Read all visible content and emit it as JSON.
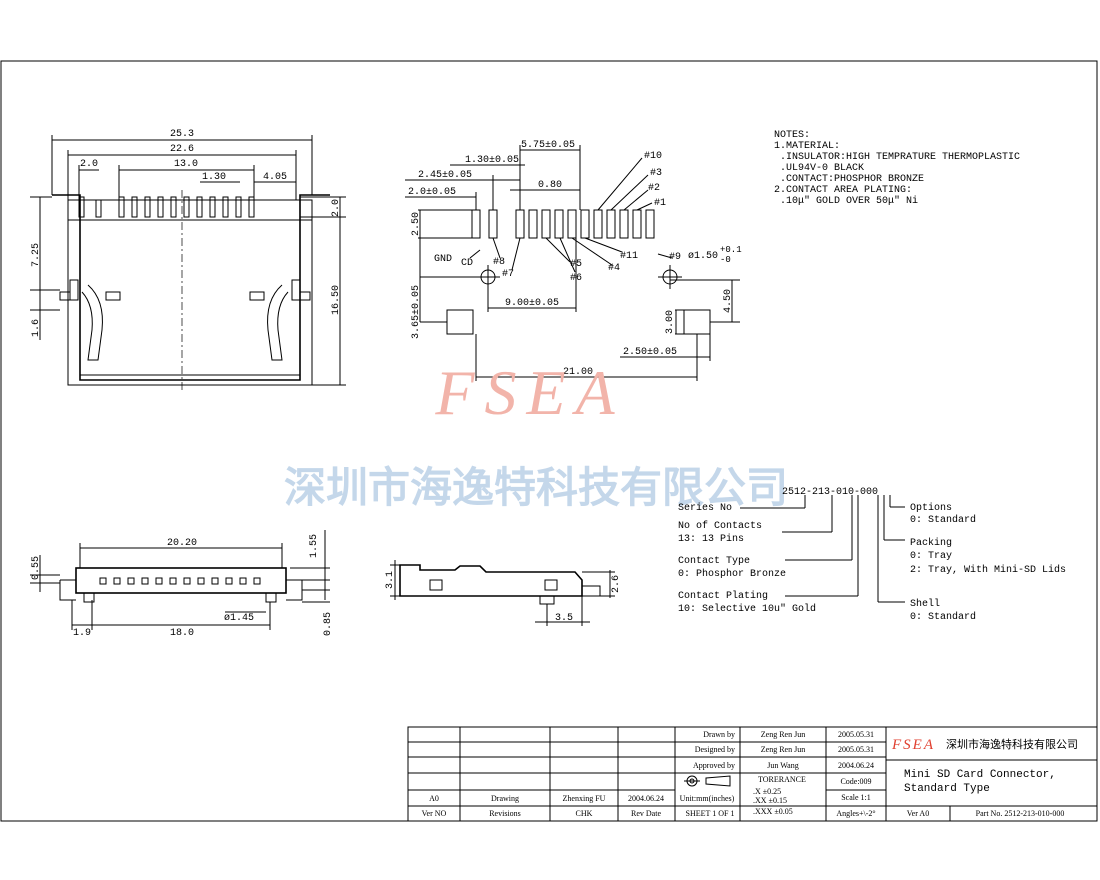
{
  "top_view": {
    "dims": {
      "overall_width": "25.3",
      "inner_width": "22.6",
      "pin_span": "13.0",
      "left_offset": "2.0",
      "pitch": "1.30",
      "right_offset": "4.05",
      "top_height": "2.0",
      "left_height": "7.25",
      "total_height": "16.50",
      "small_height": "1.6"
    }
  },
  "pcb_layout": {
    "dims": {
      "dim_575": "5.75±0.05",
      "dim_130": "1.30±0.05",
      "dim_245": "2.45±0.05",
      "dim_20": "2.0±0.05",
      "dim_080": "0.80",
      "dim_250": "2.50",
      "dim_365": "3.65±0.05",
      "dim_900": "9.00±0.05",
      "dim_21": "21.00",
      "dim_450": "4.50",
      "dim_300": "3.00",
      "dim_250b": "2.50±0.05",
      "hole_dia": "ø1.50",
      "hole_tol_plus": "+0.1",
      "hole_tol_minus": "-0"
    },
    "pin_labels": [
      "#10",
      "#3",
      "#2",
      "#1",
      "#8",
      "#7",
      "#6",
      "#5",
      "#4",
      "#11",
      "#9"
    ],
    "gnd_label": "GND",
    "cd_label": "CD"
  },
  "notes": {
    "title": "NOTES:",
    "lines": [
      "1.MATERIAL:",
      " .INSULATOR:HIGH TEMPRATURE THERMOPLASTIC",
      " .UL94V-0 BLACK",
      " .CONTACT:PHOSPHOR BRONZE",
      "2.CONTACT AREA PLATING:",
      " .10μ\" GOLD OVER 50μ\" Ni"
    ]
  },
  "watermark": {
    "logo": "FSEA",
    "company": "深圳市海逸特科技有限公司"
  },
  "front_view": {
    "dims": {
      "width": "20.20",
      "height": "1.55",
      "left_h": "0.55",
      "left_off": "1.9",
      "span": "18.0",
      "hole": "ø1.45",
      "bottom_h": "0.85"
    }
  },
  "side_view": {
    "dims": {
      "height": "3.1",
      "right_h": "2.6",
      "post": "3.5"
    }
  },
  "part_code": {
    "code": "2512-213-010-000",
    "series": "Series No",
    "contacts_title": "No of Contacts",
    "contacts_value": "13: 13 Pins",
    "contact_type_title": "Contact Type",
    "contact_type_value": "0: Phosphor Bronze",
    "plating_title": "Contact Plating",
    "plating_value": "10: Selective 10u\" Gold",
    "options_title": "Options",
    "options_value": "0: Standard",
    "packing_title": "Packing",
    "packing_value1": "0: Tray",
    "packing_value2": "2: Tray, With Mini-SD Lids",
    "shell_title": "Shell",
    "shell_value": "0: Standard"
  },
  "title_block": {
    "drawn_by_label": "Drawn  by",
    "drawn_by": "Zeng Ren Jun",
    "drawn_date": "2005.05.31",
    "designed_by_label": "Designed by",
    "designed_by": "Zeng Ren Jun",
    "designed_date": "2005.05.31",
    "approved_by_label": "Approved by",
    "approved_by": "Jun Wang",
    "approved_date": "2004.06.24",
    "logo": "FSEA",
    "company": "深圳市海逸特科技有限公司",
    "title1": "Mini SD Card Connector,",
    "title2": "Standard Type",
    "rev_row": [
      "A0",
      "Drawing",
      "Zhenxing FU",
      "2004.06.24"
    ],
    "header_row": [
      "Ver NO",
      "Revisions",
      "CHK",
      "Rev Date"
    ],
    "units": "Unit:mm(inches)",
    "sheet": "SHEET 1 OF 1",
    "tolerance_title": "TORERANCE",
    "tol1": ".X  ±0.25",
    "tol2": ".XX  ±0.15",
    "tol3": ".XXX ±0.05",
    "code": "Code:009",
    "scale": "Scale 1:1",
    "angles": "Angles+\\-2°",
    "ver": "Ver A0",
    "part_no": "Part No. 2512-213-010-000"
  }
}
